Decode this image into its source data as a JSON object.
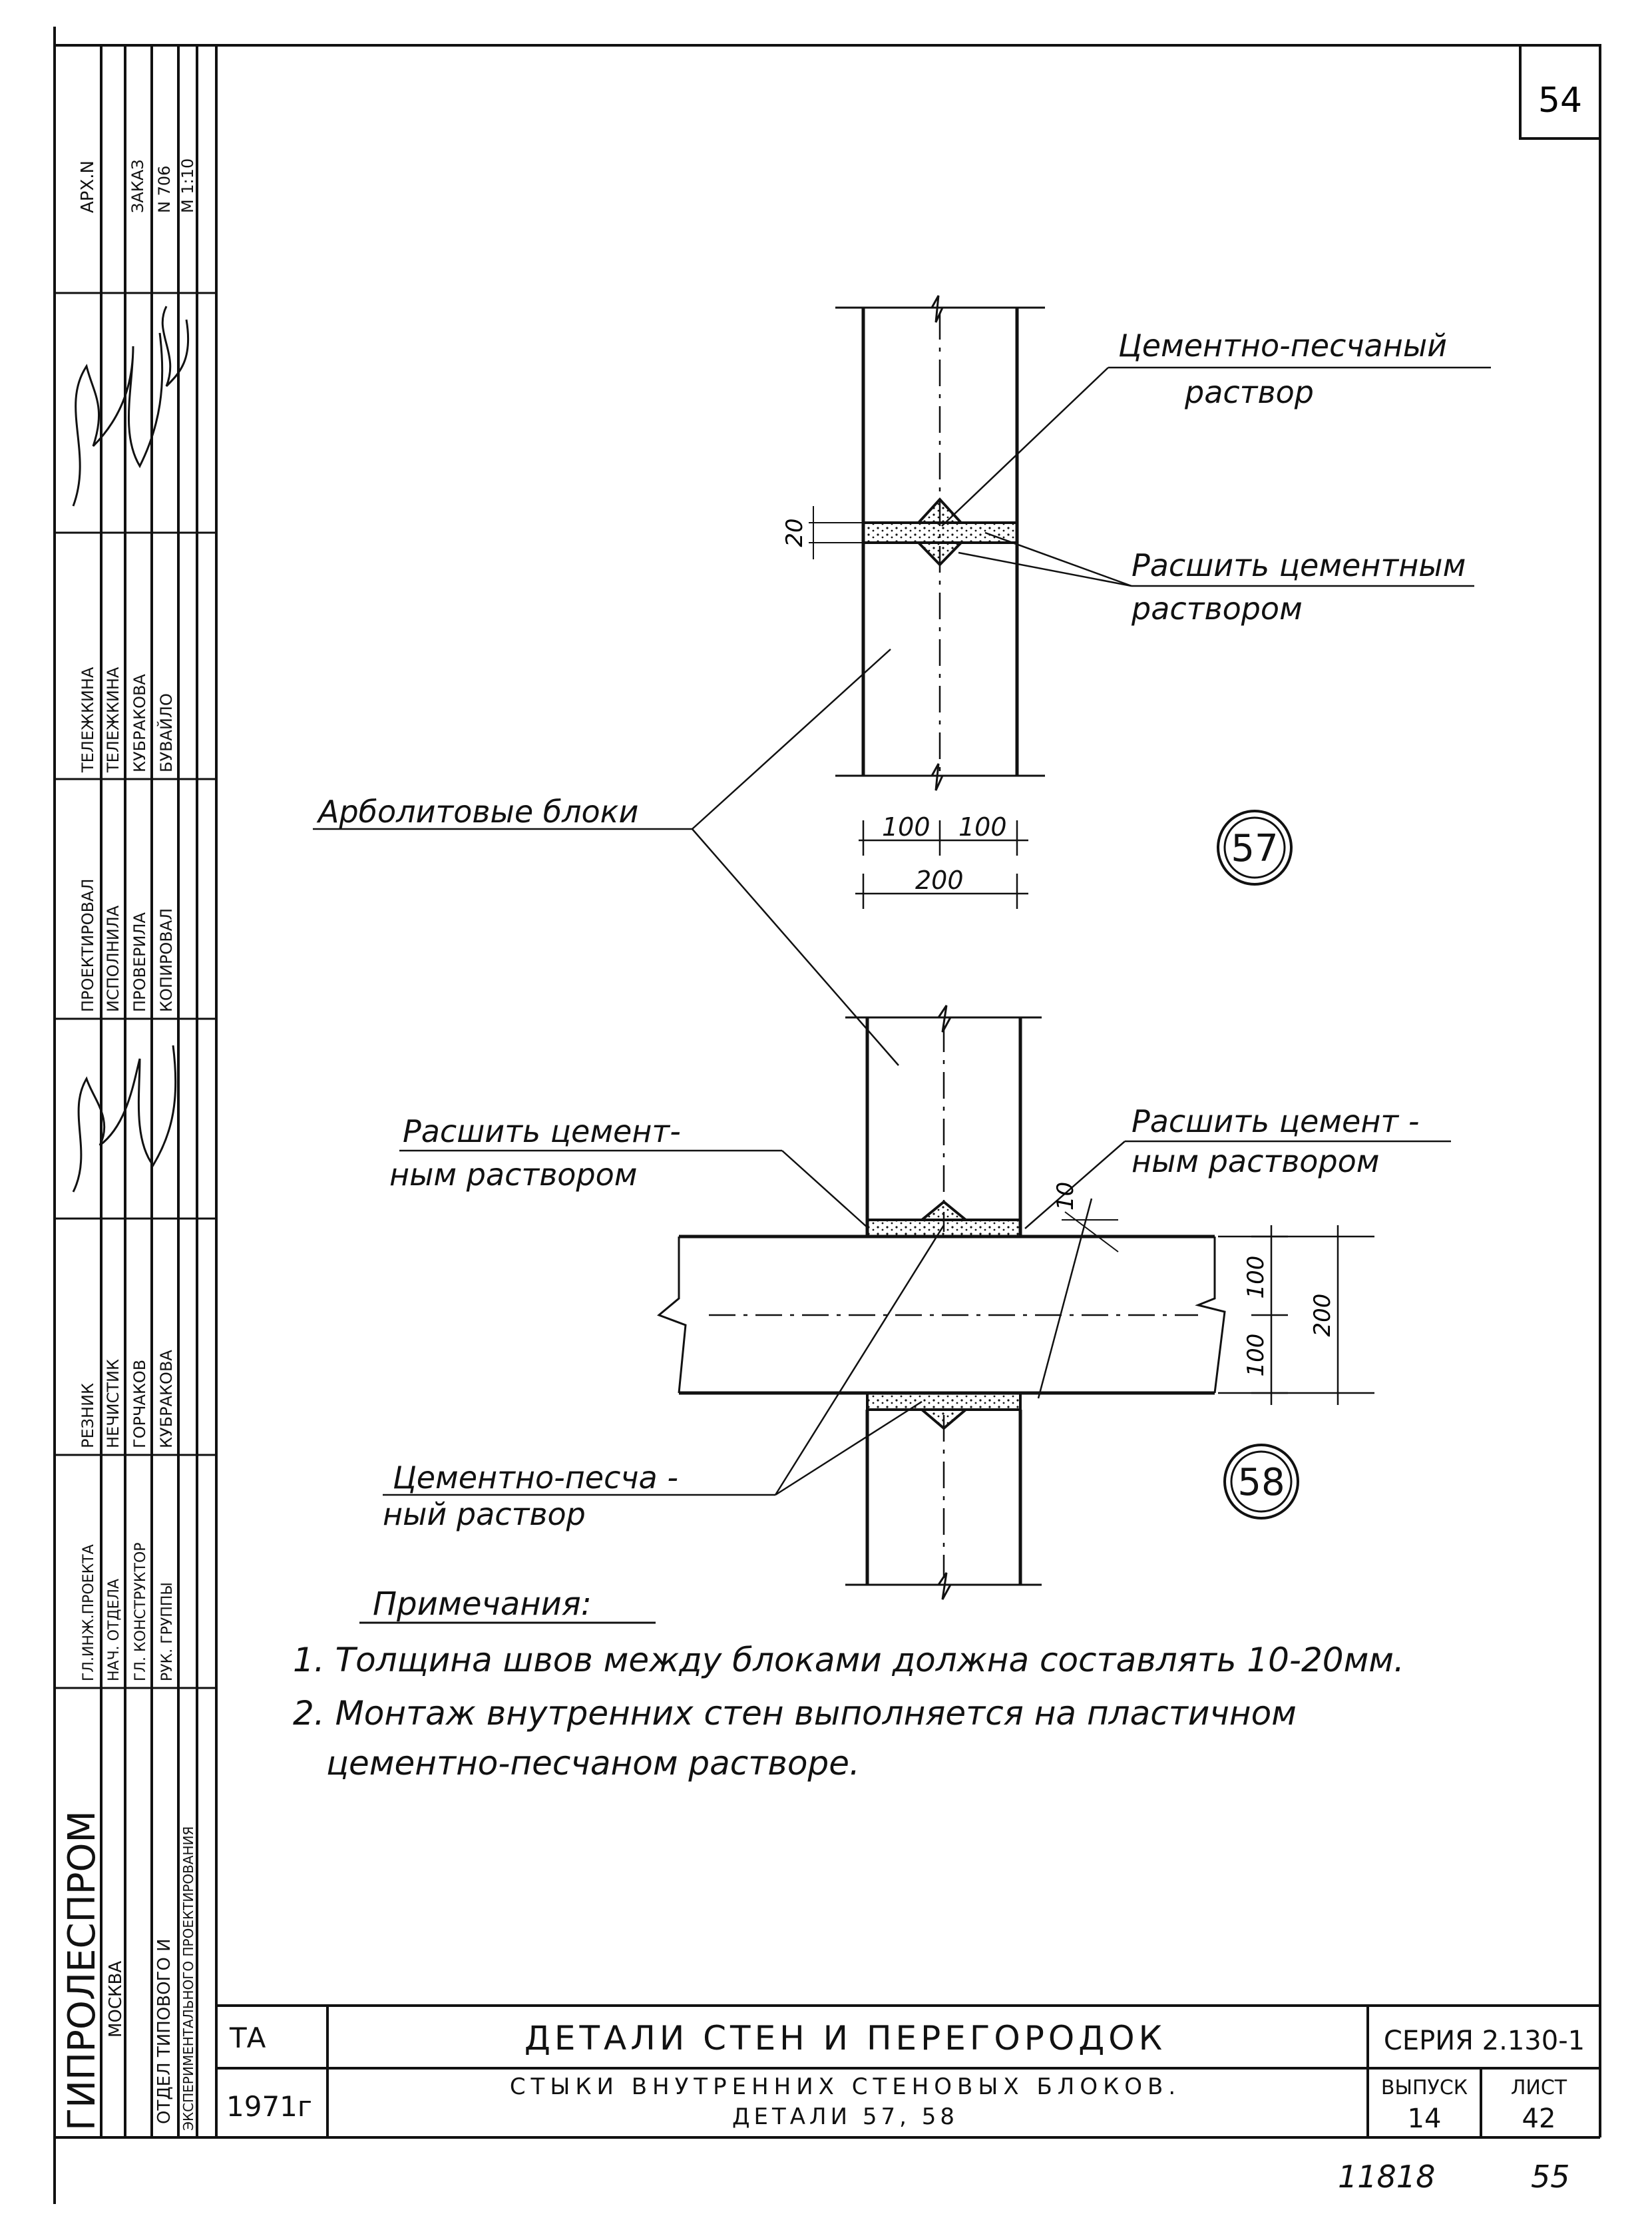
{
  "sheet_number": "54",
  "stamp_left": {
    "archive": "АРХ.N",
    "order": "ЗАКАЗ",
    "order_no": "N 706",
    "scale": "М 1:10",
    "roles": [
      "ГЛ.ИНЖ.ПРОЕКТА",
      "НАЧ. ОТДЕЛА",
      "ГЛ. КОНСТРУКТОР",
      "РУК. ГРУППЫ"
    ],
    "role_names": [
      "РЕЗНИК",
      "НЕЧИСТИК",
      "ГОРЧАКОВ",
      "КУБРАКОВА"
    ],
    "actions": [
      "ПРОЕКТИРОВАЛ",
      "ИСПОЛНИЛА",
      "ПРОВЕРИЛА",
      "КОПИРОВАЛ"
    ],
    "action_names": [
      "ТЕЛЕЖКИНА",
      "ТЕЛЕЖКИНА",
      "КУБРАКОВА",
      "БУВАЙЛО"
    ],
    "org_name": "ГИПРОЛЕСПРОМ",
    "org_city": "МОСКВА",
    "dept_line1": "ОТДЕЛ ТИПОВОГО И",
    "dept_line2": "ЭКСПЕРИМЕНТАЛЬНОГО ПРОЕКТИРОВАНИЯ"
  },
  "labels": {
    "cement_sand_mortar_top_1": "Цементно-песчаный",
    "cement_sand_mortar_top_2": "раствор",
    "joint_top_1": "Расшить цементным",
    "joint_top_2": "раствором",
    "arbolite": "Арболитовые блоки",
    "joint_left_1": "Расшить цемент-",
    "joint_left_2": "ным раствором",
    "joint_right_1": "Расшить цемент -",
    "joint_right_2": "ным раствором",
    "cement_sand_mortar_bottom_1": "Цементно-песча -",
    "cement_sand_mortar_bottom_2": "ный раствор"
  },
  "dimensions": {
    "d20": "20",
    "d100a": "100",
    "d100b": "100",
    "d200": "200",
    "d10": "10",
    "v100a": "100",
    "v100b": "100",
    "v200": "200"
  },
  "detail_numbers": [
    "57",
    "58"
  ],
  "notes": {
    "heading": "Примечания:",
    "items": [
      "1. Толщина швов между блоками должна составлять 10-20мм.",
      "2. Монтаж внутренних стен выполняется на пластичном",
      "цементно-песчаном растворе."
    ]
  },
  "title_block": {
    "code": "ТА",
    "year": "1971г",
    "title": "ДЕТАЛИ СТЕН И ПЕРЕГОРОДОК",
    "subtitle_1": "СТЫКИ ВНУТРЕННИХ СТЕНОВЫХ БЛОКОВ.",
    "subtitle_2": "ДЕТАЛИ 57, 58",
    "series_label": "СЕРИЯ 2.130-1",
    "issue_label": "ВЫПУСК",
    "issue_value": "14",
    "sheet_label": "ЛИСТ",
    "sheet_value": "42"
  },
  "footer": {
    "inventory": "11818",
    "page": "55"
  }
}
